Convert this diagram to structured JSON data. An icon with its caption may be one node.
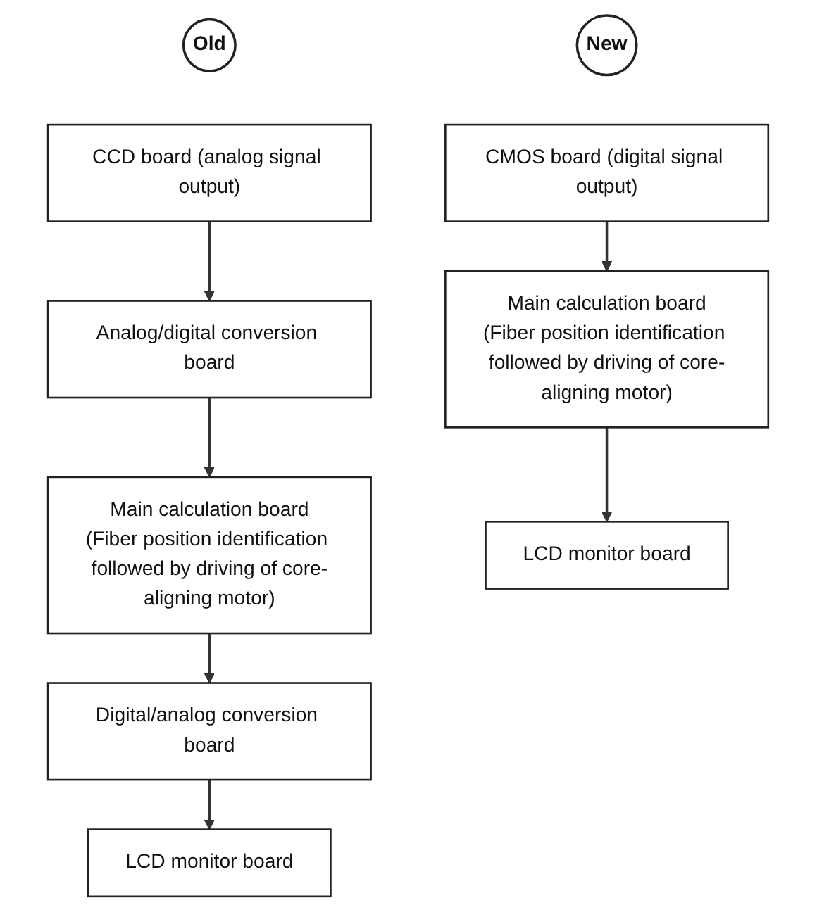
{
  "diagram": {
    "nodes": [
      {
        "text": [
          "Old"
        ]
      },
      {
        "text": [
          "CCD board (analog signal output)"
        ]
      },
      {
        "text": [
          "Analog/digital conversion board"
        ]
      },
      {
        "text": [
          "Main calculation board",
          "(Fiber position identification followed by driving of core-aligning motor)"
        ]
      },
      {
        "text": [
          "Digital/analog conversion board"
        ]
      },
      {
        "text": [
          "LCD monitor board"
        ]
      },
      {
        "text": [
          "New"
        ]
      },
      {
        "text": [
          "CMOS board (digital signal output)"
        ]
      },
      {
        "text": [
          "Main calculation board",
          "(Fiber position identification followed by driving of core-aligning motor)"
        ]
      },
      {
        "text": [
          "LCD monitor board"
        ]
      }
    ],
    "edges": [
      {
        "from": 1,
        "to": 2,
        "arrow": "to"
      },
      {
        "from": 2,
        "to": 3,
        "arrow": "to"
      },
      {
        "from": 3,
        "to": 4,
        "arrow": "to"
      },
      {
        "from": 4,
        "to": 5,
        "arrow": "to"
      },
      {
        "from": 7,
        "to": 8,
        "arrow": "to"
      },
      {
        "from": 8,
        "to": 9,
        "arrow": "to"
      }
    ]
  }
}
